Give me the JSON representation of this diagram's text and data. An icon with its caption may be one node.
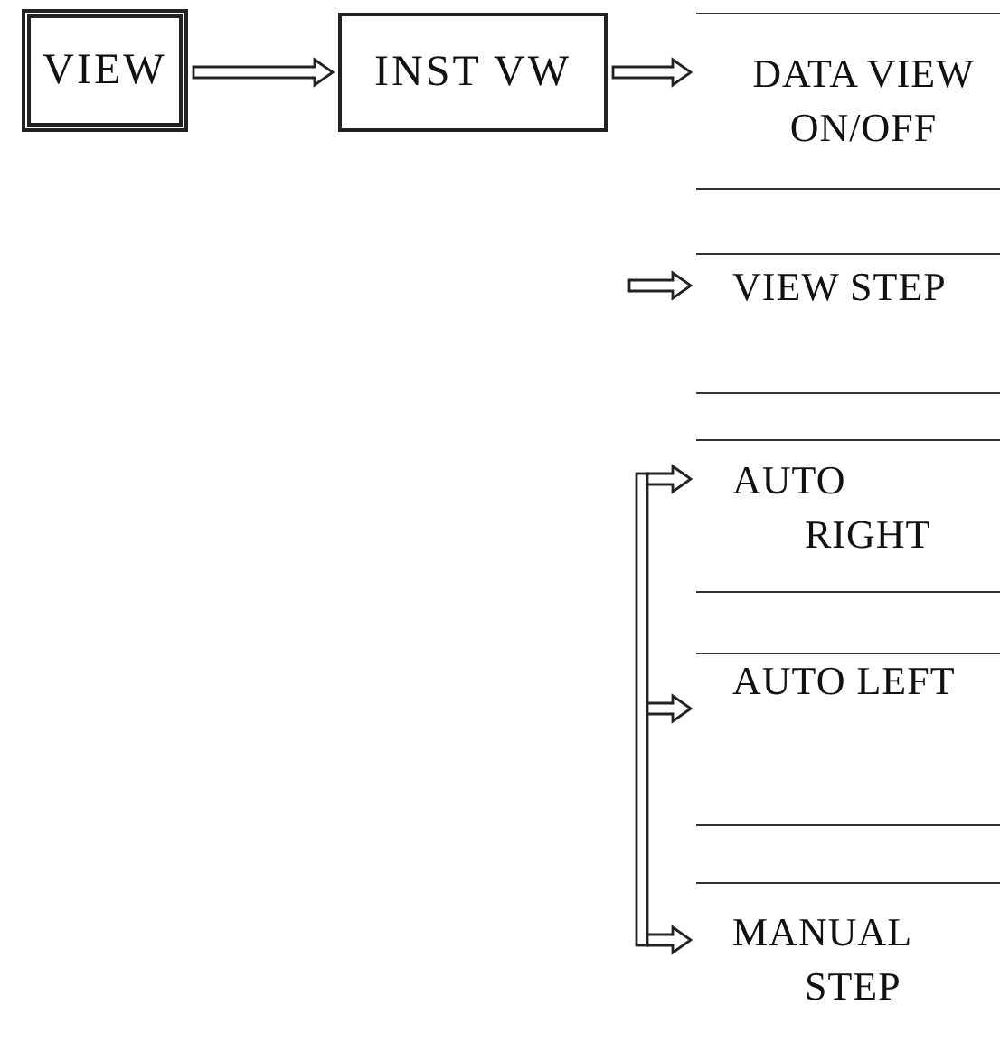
{
  "diagram": {
    "nodes": [
      {
        "text": [
          "VIEW"
        ]
      },
      {
        "text": [
          "INST VW"
        ]
      },
      {
        "text": [
          "DATA VIEW ON/OFF"
        ]
      },
      {
        "text": [
          "VIEW STEP"
        ]
      },
      {
        "text": [
          "AUTO RIGHT"
        ]
      },
      {
        "text": [
          "AUTO LEFT"
        ]
      },
      {
        "text": [
          "MANUAL STEP"
        ]
      }
    ],
    "edges": [
      {
        "from": 0,
        "to": 1,
        "arrow": "to"
      },
      {
        "from": 1,
        "to": 2,
        "arrow": "to"
      },
      {
        "from": null,
        "to": 3,
        "arrow": "to"
      },
      {
        "from": null,
        "to": 4,
        "arrow": "to"
      },
      {
        "from": null,
        "to": 5,
        "arrow": "to"
      },
      {
        "from": null,
        "to": 6,
        "arrow": "to"
      }
    ]
  }
}
